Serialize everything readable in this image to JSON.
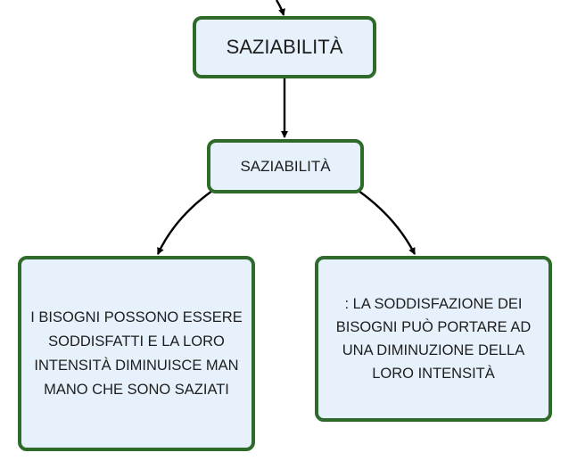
{
  "diagram": {
    "root": {
      "label": "SAZIABILITÀ"
    },
    "child": {
      "label": "SAZIABILITÀ"
    },
    "left_leaf": {
      "text": "I BISOGNI POSSONO ESSERE SODDISFATTI E LA LORO INTENSITÀ DIMINUISCE MAN MANO CHE SONO SAZIATI"
    },
    "right_leaf": {
      "text": ": LA SODDISFAZIONE DEI BISOGNI PUÒ PORTARE AD UNA DIMINUZIONE DELLA LORO INTENSITÀ"
    }
  },
  "colors": {
    "node_fill": "#e6f1fb",
    "node_border": "#2e6b2b",
    "connector": "#000000"
  }
}
